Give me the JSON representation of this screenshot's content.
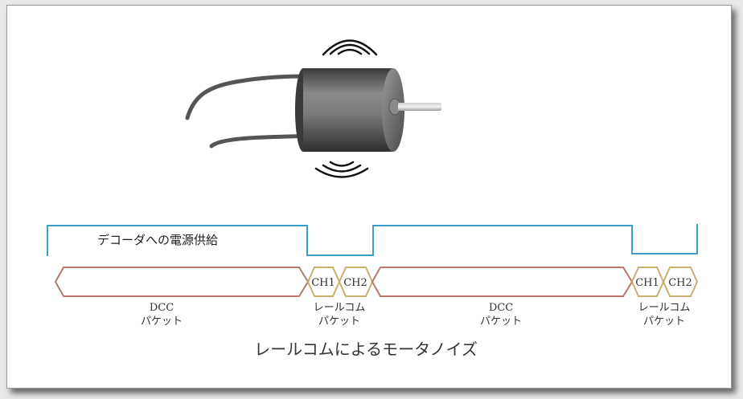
{
  "colors": {
    "power_line": "#3aa0c8",
    "dcc_packet": "#b8786c",
    "railcom_channel": "#c8b070",
    "motor_body": "#6a6a6a",
    "wire": "#555555"
  },
  "diagram": {
    "power_label": "デコーダへの電源供給",
    "dcc_packet_1": {
      "line1": "DCC",
      "line2": "パケット"
    },
    "dcc_packet_2": {
      "line1": "DCC",
      "line2": "パケット"
    },
    "railcom_1": {
      "ch1": "CH1",
      "ch2": "CH2",
      "line1": "レールコム",
      "line2": "パケット"
    },
    "railcom_2": {
      "ch1": "CH1",
      "ch2": "CH2",
      "line1": "レールコム",
      "line2": "パケット"
    },
    "caption": "レールコムによるモータノイズ"
  }
}
